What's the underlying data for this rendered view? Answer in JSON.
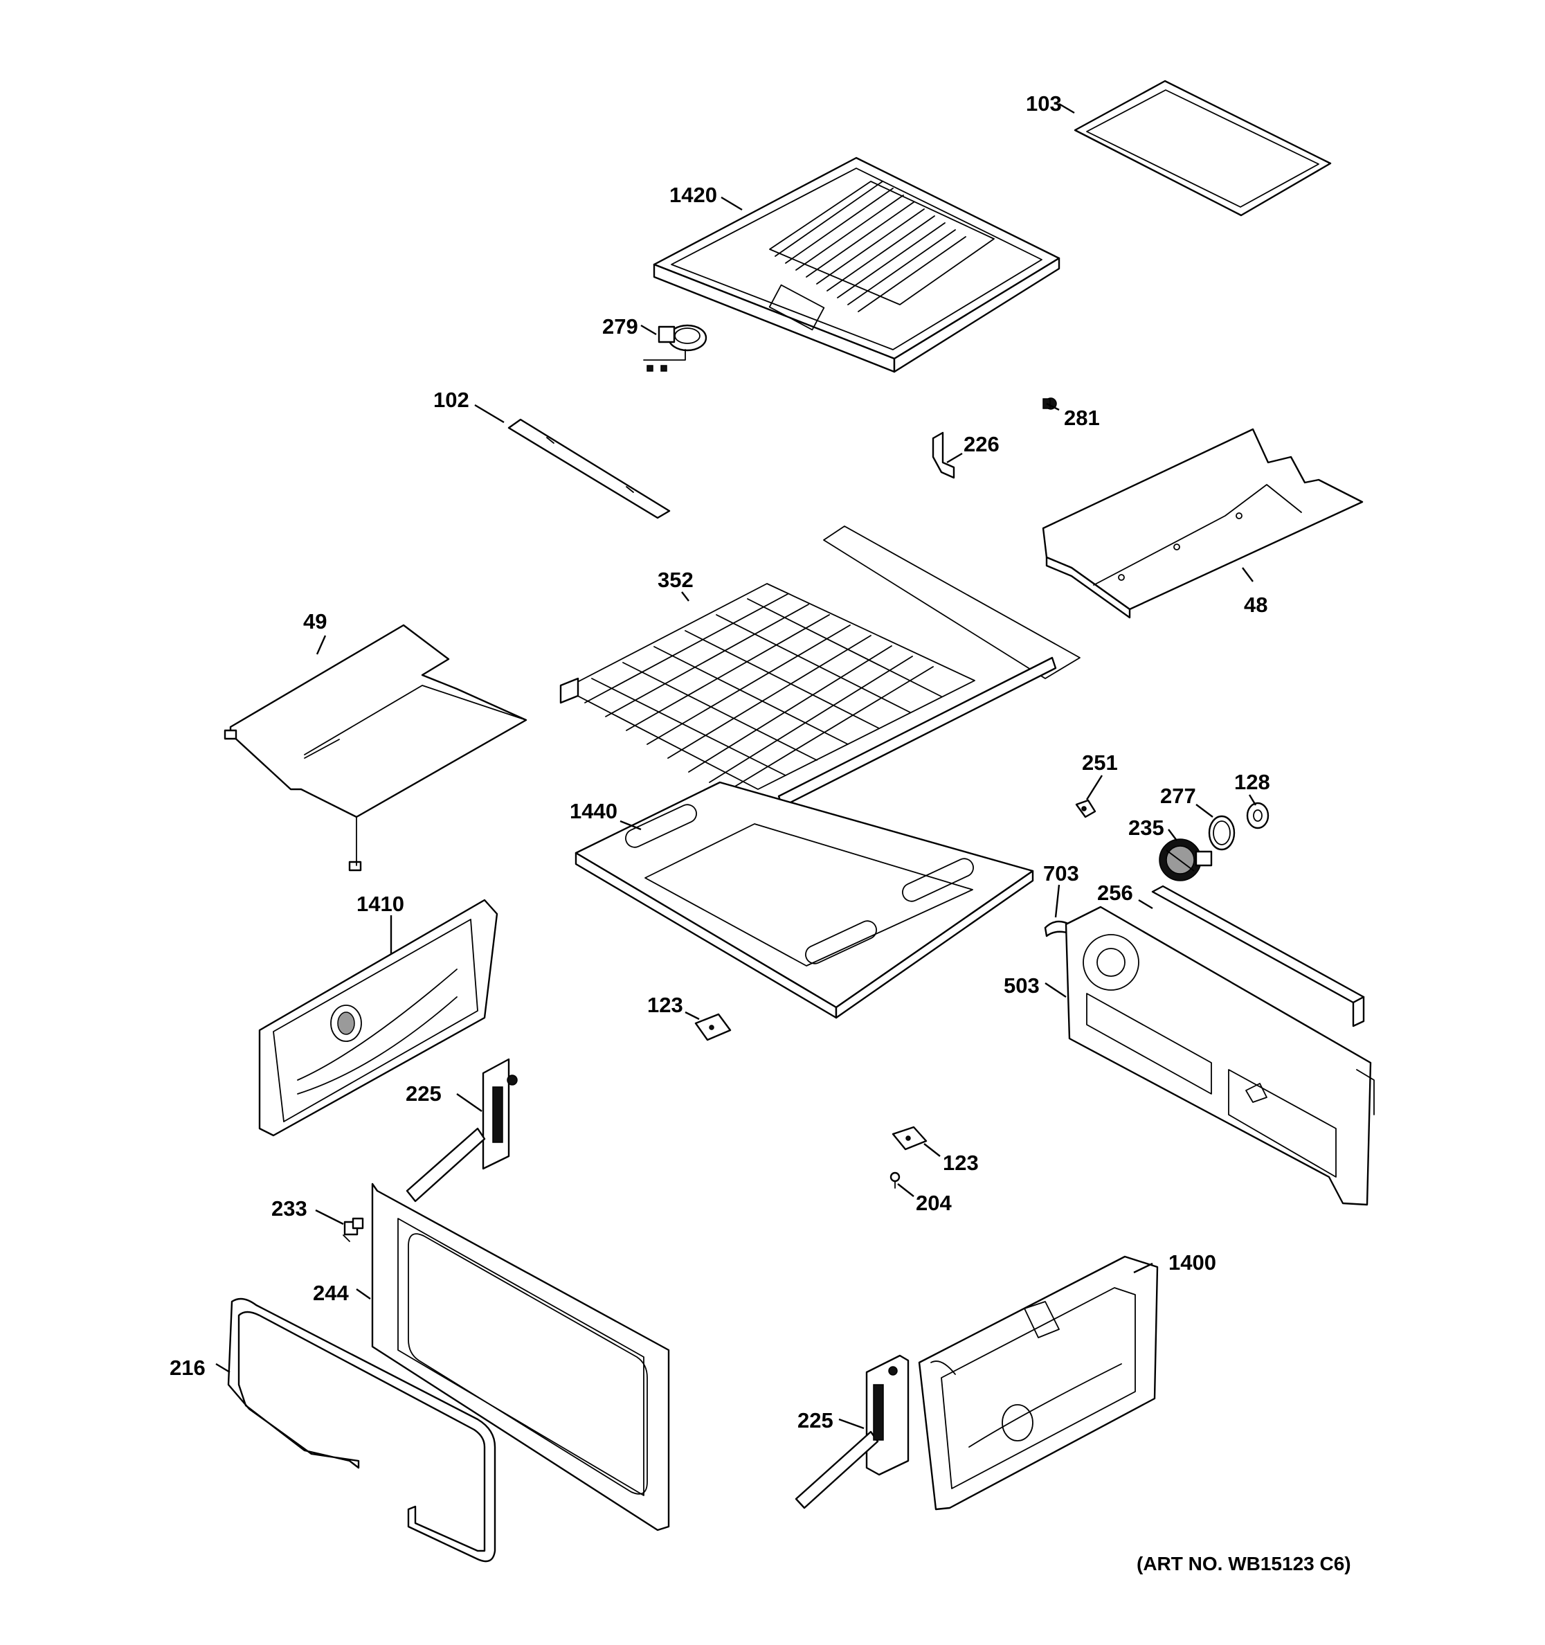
{
  "callouts": {
    "c103": "103",
    "c1420": "1420",
    "c279": "279",
    "c102": "102",
    "c281": "281",
    "c226": "226",
    "c352": "352",
    "c49": "49",
    "c48": "48",
    "c1440": "1440",
    "c251": "251",
    "c128": "128",
    "c277": "277",
    "c235": "235",
    "c703": "703",
    "c256": "256",
    "c1410": "1410",
    "c503": "503",
    "c123a": "123",
    "c225a": "225",
    "c123b": "123",
    "c204": "204",
    "c233": "233",
    "c244": "244",
    "c1400": "1400",
    "c216": "216",
    "c225b": "225"
  },
  "art_number": "(ART NO. WB15123 C6)"
}
